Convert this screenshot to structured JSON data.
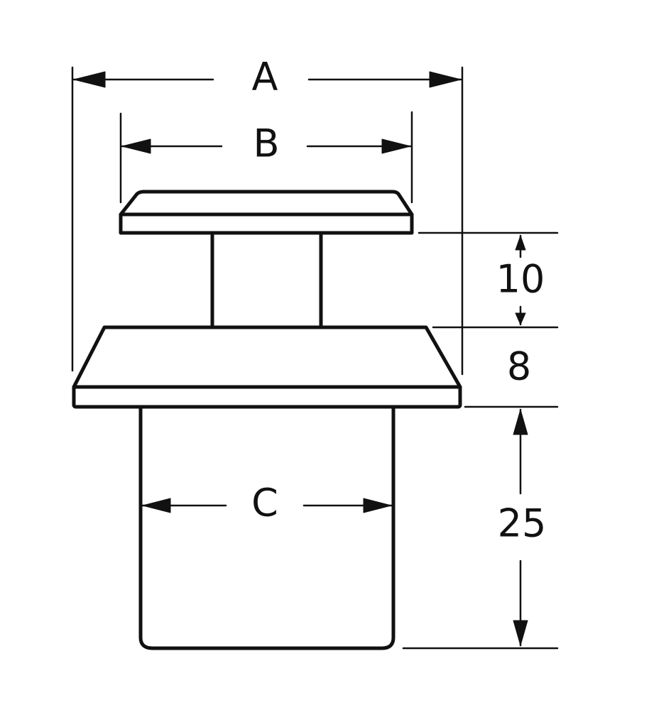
{
  "labels": {
    "A": "A",
    "B": "B",
    "C": "C",
    "dim_10": "10",
    "dim_8": "8",
    "dim_25": "25"
  },
  "colors": {
    "ink": "#111111",
    "paper": "#ffffff"
  }
}
